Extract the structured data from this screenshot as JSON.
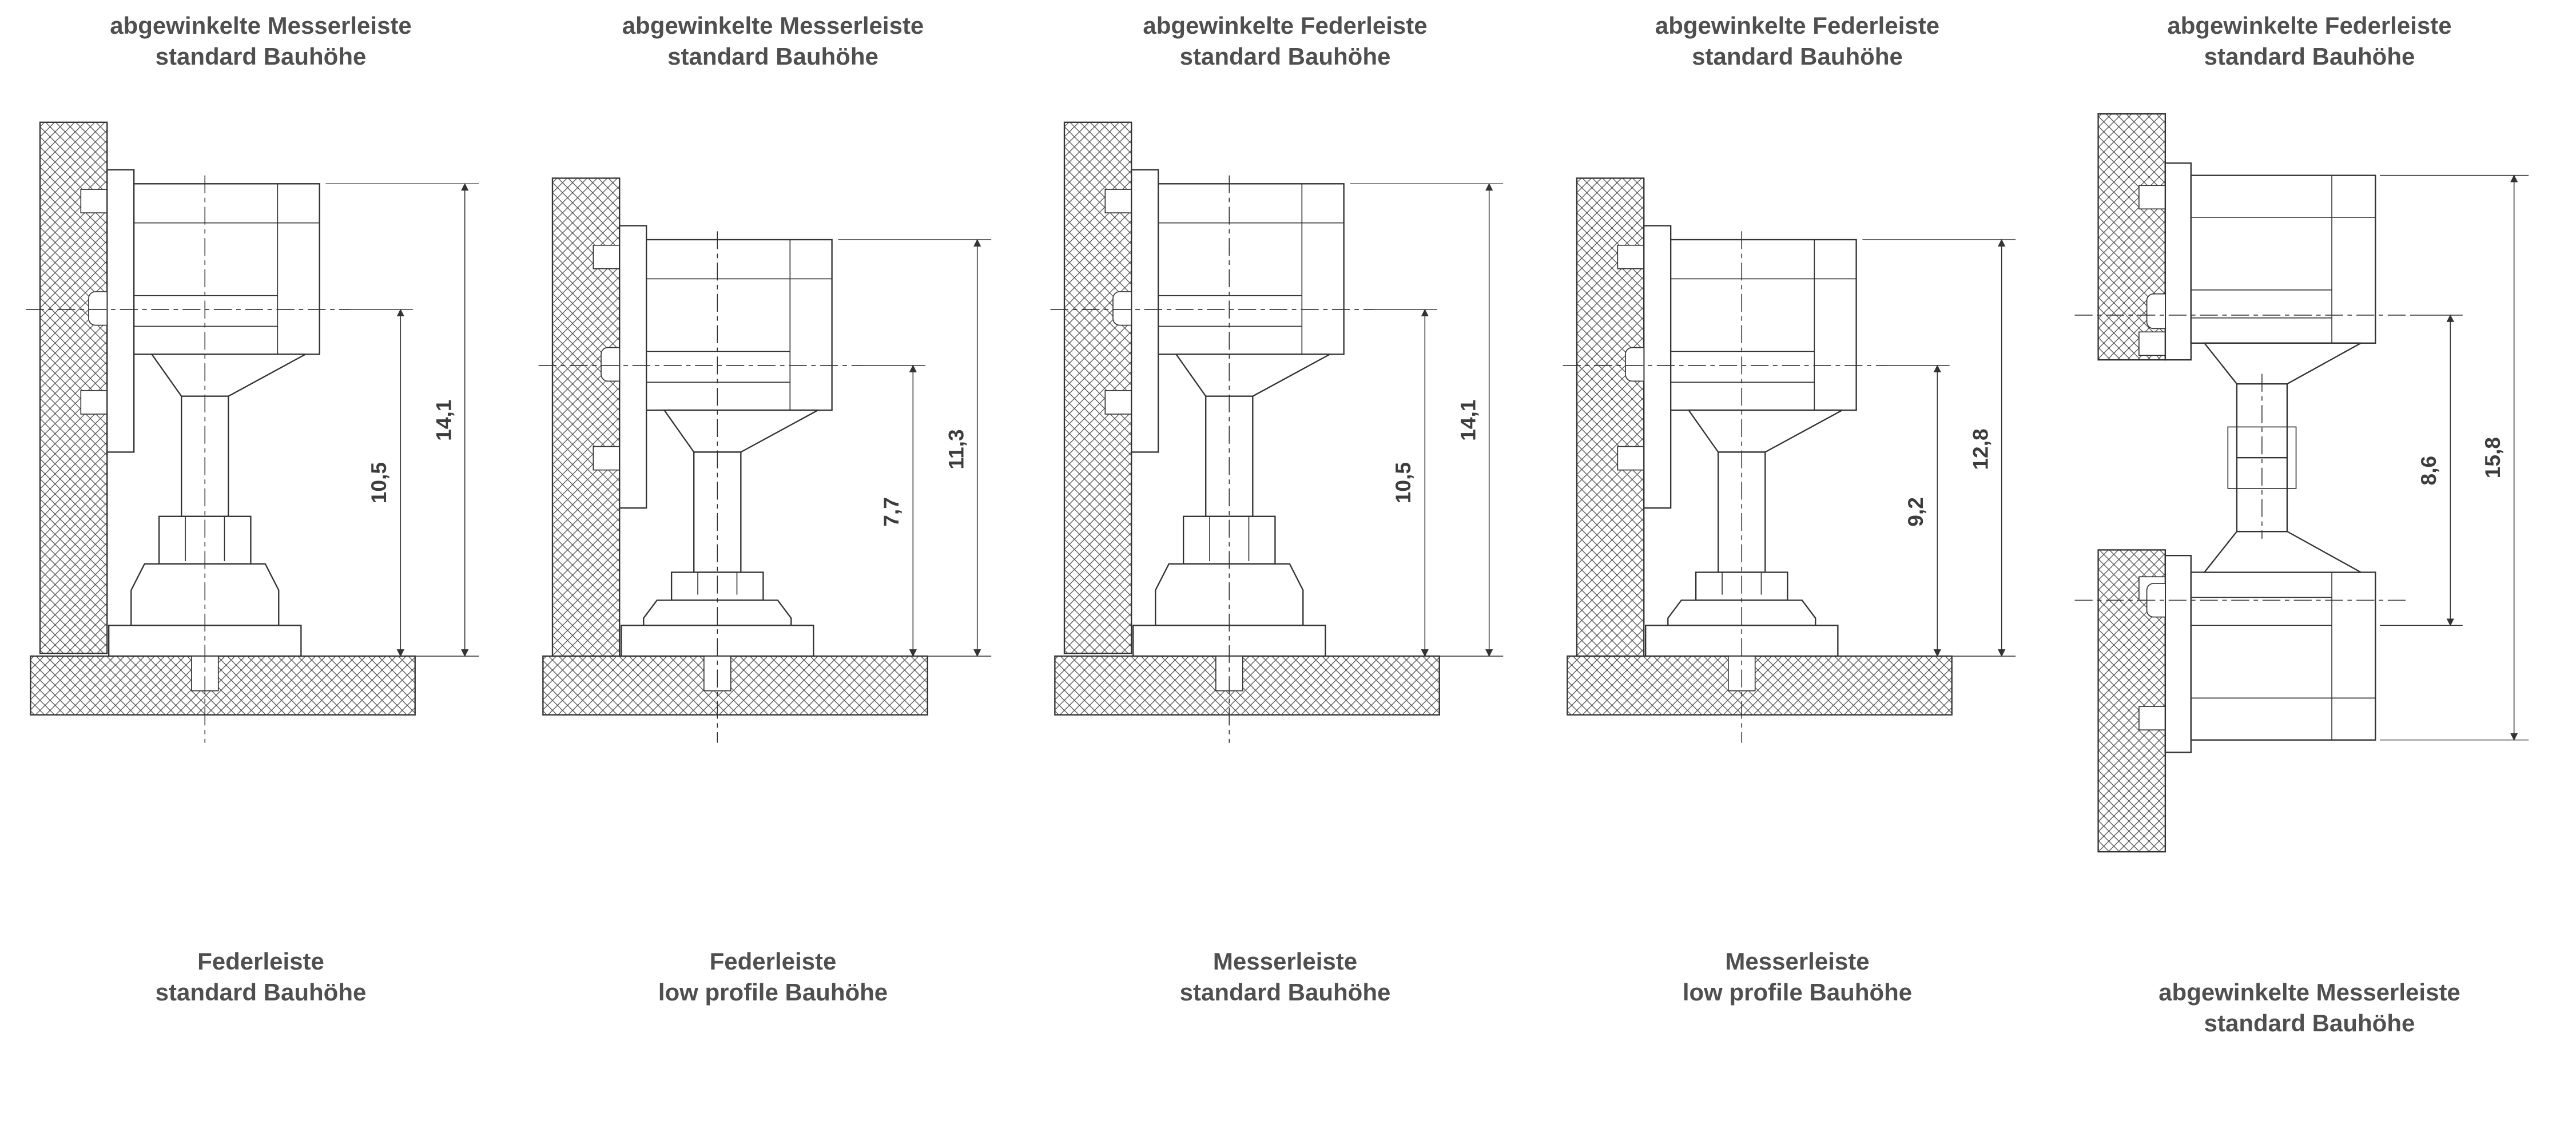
{
  "colors": {
    "label": "#4f4f4f",
    "line": "#333333"
  },
  "panels": [
    {
      "top_label_line1": "abgewinkelte Messerleiste",
      "top_label_line2": "standard Bauhöhe",
      "bottom_label_line1": "Federleiste",
      "bottom_label_line2": "standard Bauhöhe",
      "dim_outer": "14,1",
      "dim_inner": "10,5"
    },
    {
      "top_label_line1": "abgewinkelte Messerleiste",
      "top_label_line2": "standard Bauhöhe",
      "bottom_label_line1": "Federleiste",
      "bottom_label_line2": "low profile Bauhöhe",
      "dim_outer": "11,3",
      "dim_inner": "7,7"
    },
    {
      "top_label_line1": "abgewinkelte Federleiste",
      "top_label_line2": "standard Bauhöhe",
      "bottom_label_line1": "Messerleiste",
      "bottom_label_line2": "standard Bauhöhe",
      "dim_outer": "14,1",
      "dim_inner": "10,5"
    },
    {
      "top_label_line1": "abgewinkelte Federleiste",
      "top_label_line2": "standard Bauhöhe",
      "bottom_label_line1": "Messerleiste",
      "bottom_label_line2": "low profile Bauhöhe",
      "dim_outer": "12,8",
      "dim_inner": "9,2"
    },
    {
      "top_label_line1": "abgewinkelte Federleiste",
      "top_label_line2": "standard Bauhöhe",
      "bottom_label_line1": "abgewinkelte Messerleiste",
      "bottom_label_line2": "standard Bauhöhe",
      "dim_outer": "15,8",
      "dim_inner": "8,6"
    }
  ]
}
